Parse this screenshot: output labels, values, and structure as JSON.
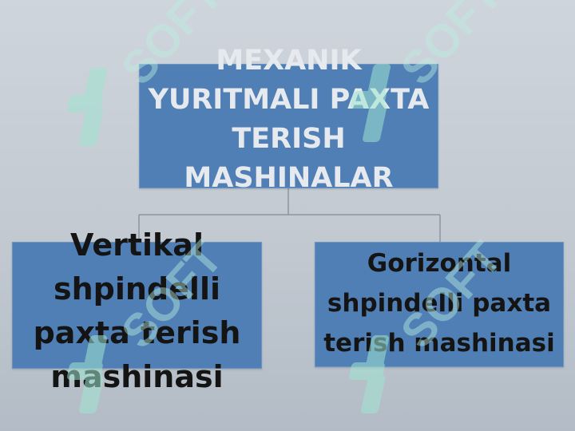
{
  "diagram": {
    "root": {
      "label": "MEXANIK\nYURITMALI PAXTA\nTERISH\nMASHINALAR"
    },
    "children": [
      {
        "label": "Vertikal\nshpindelli\npaxta terish\nmashinasi"
      },
      {
        "label": "Gorizontal\nshpindelli paxta\nterish mashinasi"
      }
    ]
  },
  "watermark": {
    "text": "SOFT",
    "color": "#9fe3cf"
  },
  "colors": {
    "box_fill": "#4f7fb5",
    "background": "#c8cfd6",
    "root_text": "#e6eaee",
    "child_text": "#141414"
  }
}
